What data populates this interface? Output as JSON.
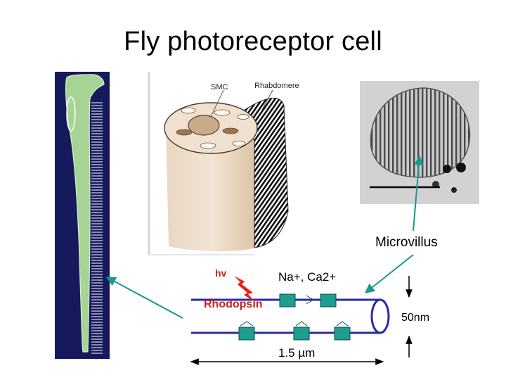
{
  "title": "Fly photoreceptor cell",
  "illustration": {
    "smc_label": "SMC",
    "rhabdomere_label": "Rhabdomere"
  },
  "micrograph": {
    "label": "Microvillus"
  },
  "schematic": {
    "hv_label": "hv",
    "ions_label": "Na+, Ca2+",
    "rhodopsin_label": "Rhodopsin",
    "diameter_label": "50nm",
    "length_label": "1.5 µm"
  },
  "colors": {
    "cell_body": "#a6d495",
    "background_panel": "#16195c",
    "arrow": "#1a9a8c",
    "channel": "#1f9e8e",
    "membrane": "#2a2aa8",
    "photon": "#e8201c",
    "rhodopsin_text": "#cc2020"
  }
}
